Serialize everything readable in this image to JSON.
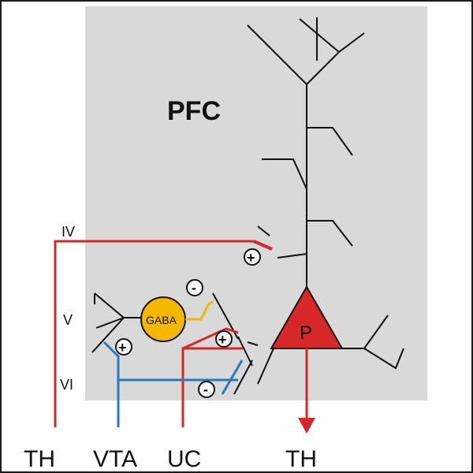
{
  "diagram": {
    "region_label": "PFC",
    "layer_labels": [
      "IV",
      "V",
      "VI"
    ],
    "input_labels": [
      "TH",
      "VTA",
      "UC"
    ],
    "output_label": "TH",
    "neurons": {
      "pyramidal": "P",
      "interneuron": "GABA"
    },
    "synapse_signs": {
      "th_to_apical": "+",
      "gaba_to_pyramidal": "-",
      "uc_to_pyramidal": "+",
      "vta_to_gaba": "+",
      "vta_to_pyramidal": "-"
    },
    "colors": {
      "region_fill": "#d9d9d9",
      "thalamic": "#d62828",
      "vta": "#2a7abf",
      "gaba_fill": "#f5b800",
      "gaba_axon": "#f5b800",
      "pyramidal_fill": "#d62828",
      "dendrite": "#111111"
    }
  }
}
